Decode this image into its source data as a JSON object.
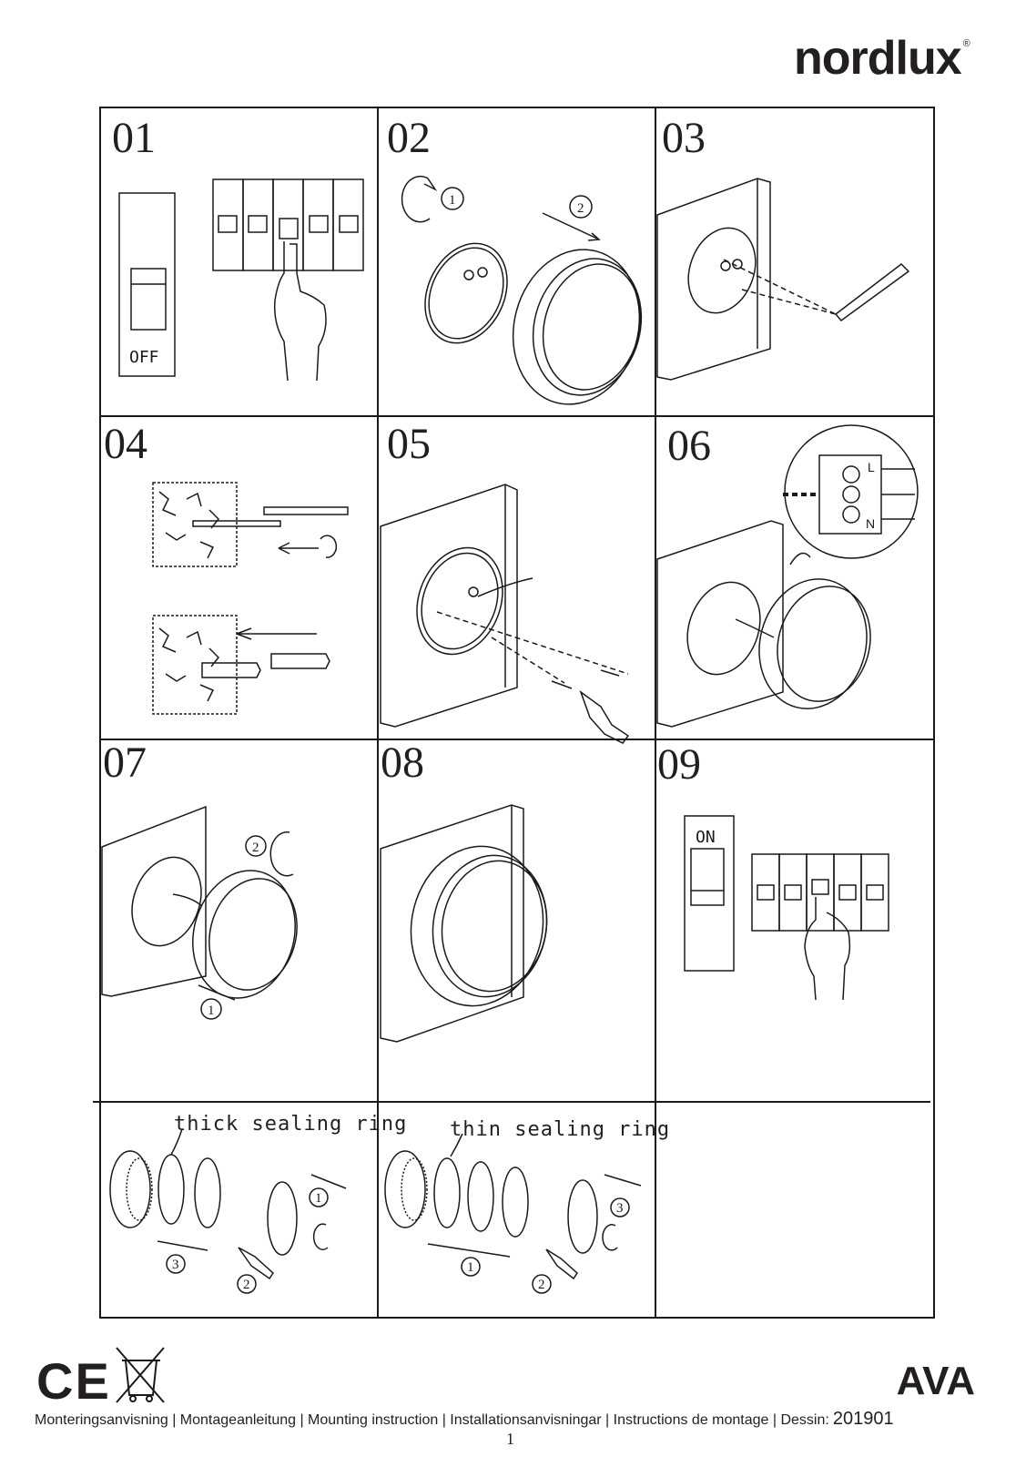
{
  "header": {
    "brand": "nordlux",
    "registered_mark": "®"
  },
  "steps": [
    {
      "number": "01",
      "switch_label": "OFF"
    },
    {
      "number": "02"
    },
    {
      "number": "03"
    },
    {
      "number": "04"
    },
    {
      "number": "05"
    },
    {
      "number": "06"
    },
    {
      "number": "07"
    },
    {
      "number": "08"
    },
    {
      "number": "09",
      "switch_label": "ON"
    }
  ],
  "callouts": {
    "one": "1",
    "two": "2",
    "three": "3",
    "wire_l": "L",
    "wire_n": "N"
  },
  "sealing": {
    "thick_label": "thick sealing ring",
    "thin_label": "thin sealing ring"
  },
  "footer": {
    "ce_mark": "CE",
    "product_name": "AVA",
    "instructions": "Monteringsanvisning | Montageanleitung | Mounting instruction | Installationsanvisningar | Instructions de montage | Dessin:",
    "dessin_code": "201901",
    "page_number": "1"
  }
}
